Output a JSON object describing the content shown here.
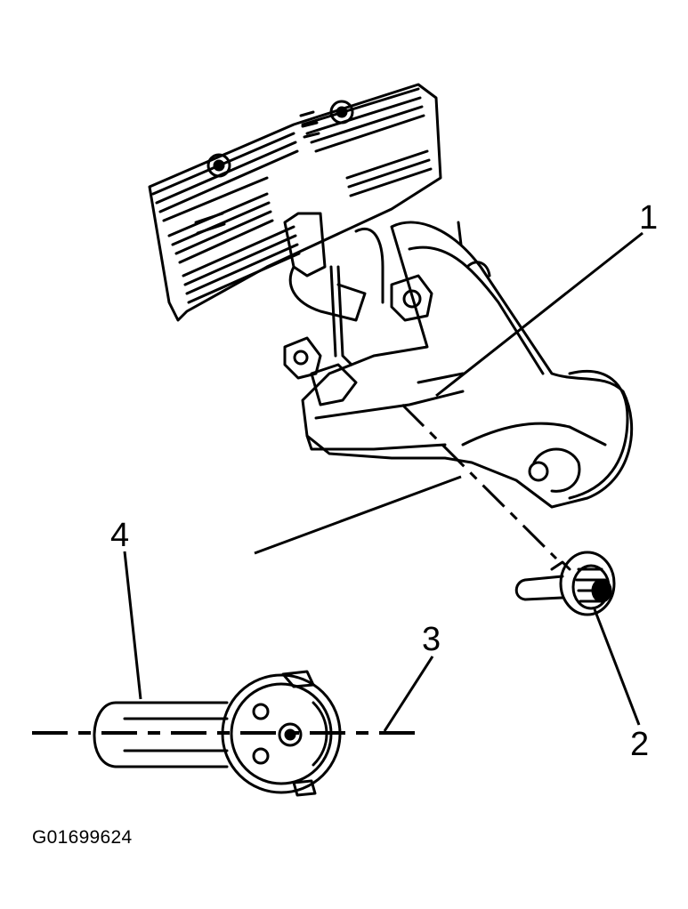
{
  "callouts": {
    "c1": "1",
    "c2": "2",
    "c3": "3",
    "c4": "4"
  },
  "figure_id": "G01699624"
}
